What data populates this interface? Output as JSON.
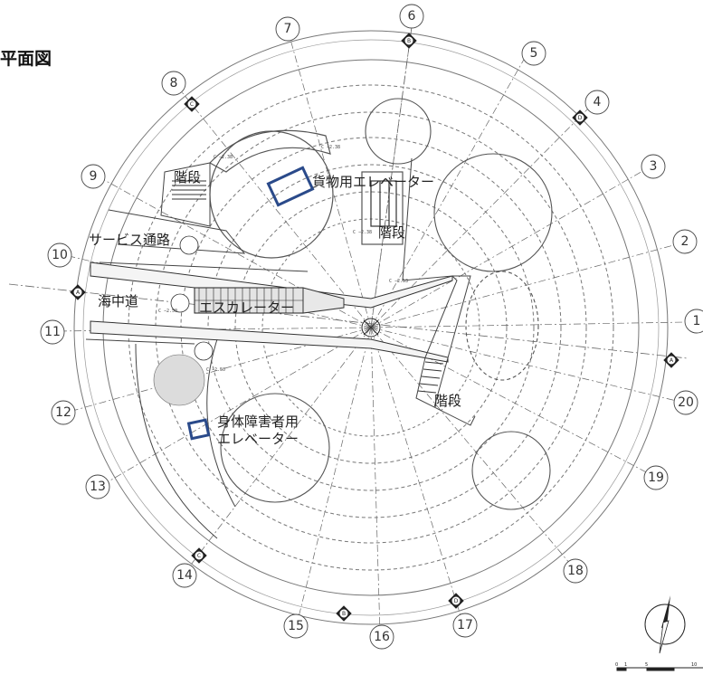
{
  "title": "平面図",
  "labels": {
    "stairs_nw": "階段",
    "cargo_elevator": "貨物用エレベーター",
    "stairs_n": "階段",
    "service_corridor": "サービス通路",
    "undersea_path": "海中道",
    "escalator": "エスカレーター",
    "accessible_elevator_1": "身体障害者用",
    "accessible_elevator_2": "エレベーター",
    "stairs_e": "階段"
  },
  "level_marks": [
    "C −2.38",
    "C −2.38",
    "C −2.38",
    "C −2.50",
    "C −2.50",
    "C −2.53"
  ],
  "grid_numbers": [
    "1",
    "2",
    "3",
    "4",
    "5",
    "6",
    "7",
    "8",
    "9",
    "10",
    "11",
    "12",
    "13",
    "14",
    "15",
    "16",
    "17",
    "18",
    "19",
    "20"
  ],
  "section_markers": [
    "A",
    "A",
    "B",
    "B",
    "C",
    "C",
    "D",
    "D"
  ],
  "scale_bar": [
    "0",
    "1",
    "5",
    "10"
  ],
  "colors": {
    "line": "#555555",
    "highlight": "#2a4a8a",
    "background": "#ffffff"
  }
}
